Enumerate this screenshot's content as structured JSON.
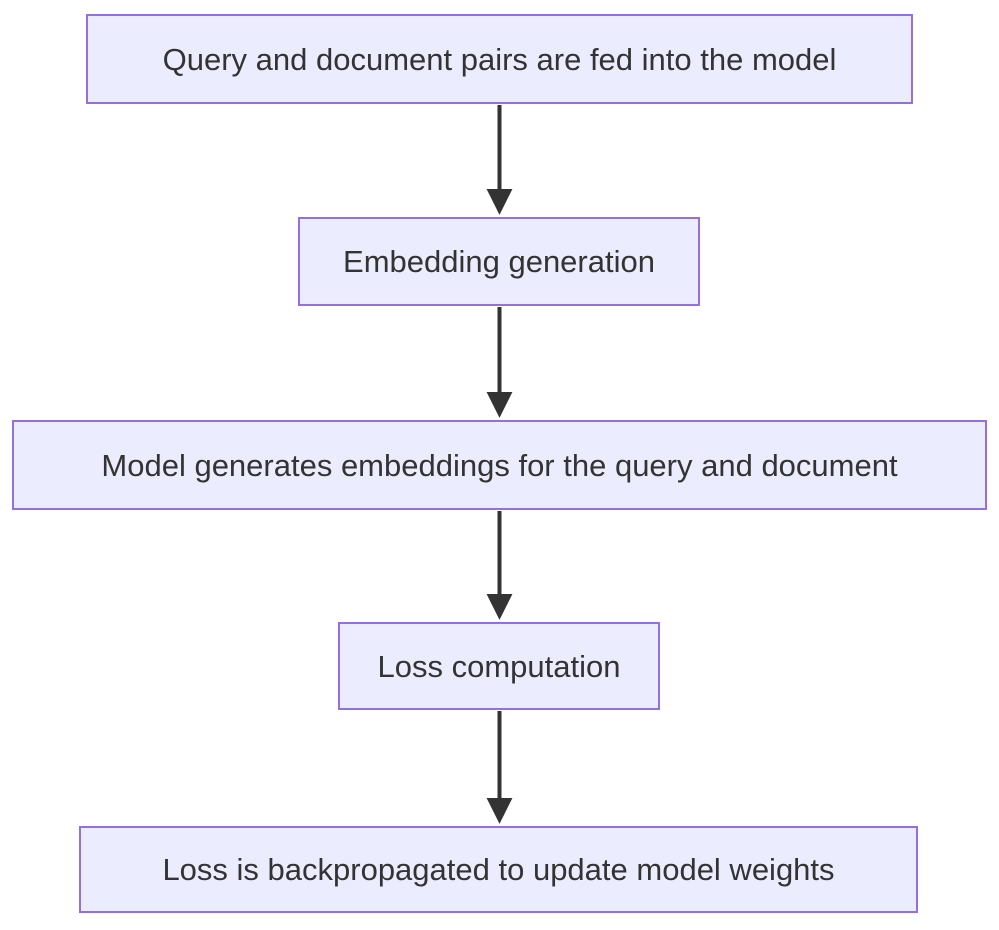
{
  "diagram": {
    "type": "flowchart",
    "direction": "top-down",
    "nodes": [
      {
        "id": "A",
        "label": "Query and document pairs are fed into the model"
      },
      {
        "id": "B",
        "label": "Embedding generation"
      },
      {
        "id": "C",
        "label": "Model generates embeddings for the query and document"
      },
      {
        "id": "D",
        "label": "Loss computation"
      },
      {
        "id": "E",
        "label": "Loss is backpropagated to update model weights"
      }
    ],
    "edges": [
      {
        "from": "A",
        "to": "B"
      },
      {
        "from": "B",
        "to": "C"
      },
      {
        "from": "C",
        "to": "D"
      },
      {
        "from": "D",
        "to": "E"
      }
    ],
    "colors": {
      "node_fill": "#ECECFF",
      "node_border": "#9370DB",
      "text": "#333333",
      "arrow": "#333333",
      "background": "#FFFFFF"
    }
  }
}
